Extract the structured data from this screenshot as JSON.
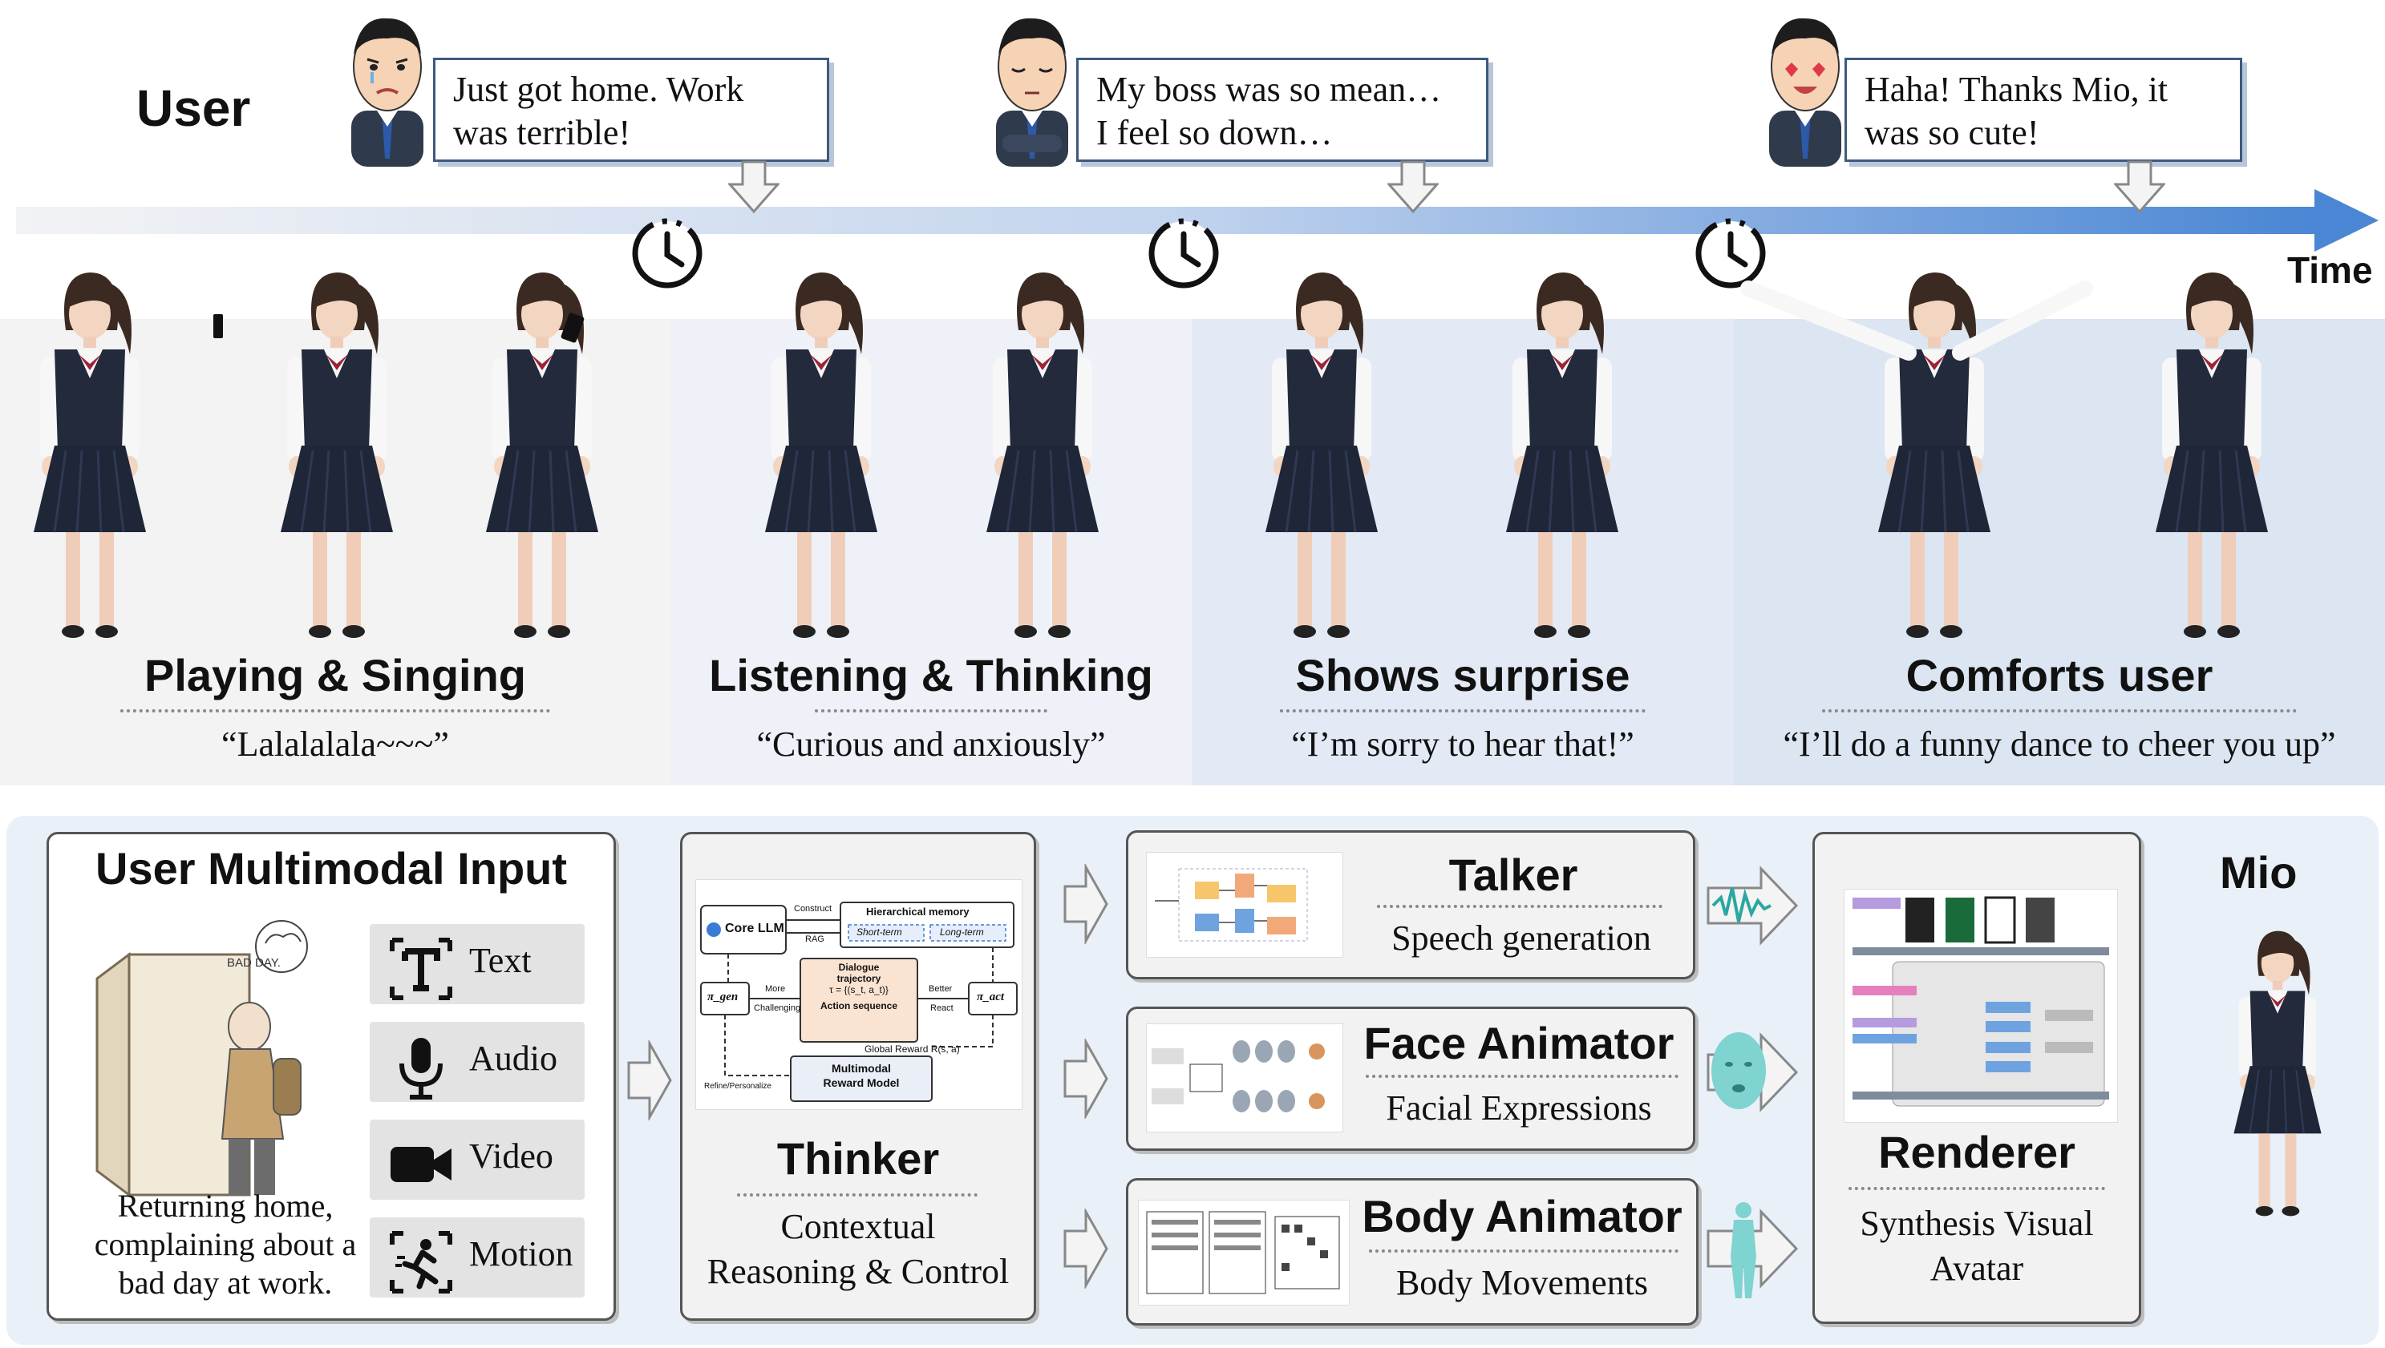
{
  "header": {
    "user_label": "User",
    "time_label": "Time"
  },
  "bubbles": [
    {
      "line1": "Just got home. Work",
      "line2": "was terrible!"
    },
    {
      "line1": "My boss was so mean…",
      "line2": "I feel so down…"
    },
    {
      "line1": "Haha! Thanks Mio, it",
      "line2": "was so cute!"
    }
  ],
  "stages": [
    {
      "title": "Playing & Singing",
      "quote": "“Lalalalala~~~”"
    },
    {
      "title": "Listening & Thinking",
      "quote": "“Curious and anxiously”"
    },
    {
      "title": "Shows surprise",
      "quote": "“I’m sorry to hear that!”"
    },
    {
      "title": "Comforts user",
      "quote": "“I’ll do a funny dance to cheer you up”"
    }
  ],
  "input": {
    "title": "User Multimodal Input",
    "sketch_text": "BAD DAY.",
    "caption_l1": "Returning home,",
    "caption_l2": "complaining about a",
    "caption_l3": "bad day at work.",
    "modalities": [
      {
        "label": "Text",
        "icon": "text-icon"
      },
      {
        "label": "Audio",
        "icon": "microphone-icon"
      },
      {
        "label": "Video",
        "icon": "video-camera-icon"
      },
      {
        "label": "Motion",
        "icon": "motion-icon"
      }
    ]
  },
  "thinker": {
    "title": "Thinker",
    "sub1": "Contextual",
    "sub2": "Reasoning & Control",
    "diagram": {
      "core_llm": "Core LLM",
      "construct": "Construct",
      "rag": "RAG",
      "memory": "Hierarchical memory",
      "short_term": "Short-term",
      "long_term": "Long-term",
      "pi_gen": "π_gen",
      "pi_act": "π_act",
      "dialogue_l1": "Dialogue",
      "dialogue_l2": "trajectory",
      "tau": "τ = {(s_t, a_t)}",
      "action_seq": "Action sequence",
      "more": "More",
      "challenging": "Challenging",
      "better": "Better",
      "react": "React",
      "global_reward": "Global Reward R(s, a)",
      "refine": "Refine/Personalize",
      "reward_l1": "Multimodal",
      "reward_l2": "Reward Model"
    }
  },
  "talker": {
    "title": "Talker",
    "sub": "Speech generation"
  },
  "face": {
    "title": "Face Animator",
    "sub": "Facial Expressions"
  },
  "body": {
    "title": "Body Animator",
    "sub": "Body Movements"
  },
  "renderer": {
    "title": "Renderer",
    "sub1": "Synthesis Visual",
    "sub2": "Avatar"
  },
  "output": {
    "label": "Mio"
  },
  "colors": {
    "timeline_start": "#f2f3f5",
    "timeline_end": "#4a86d4",
    "panel_gray": "#f3f3f3",
    "panel_blue_light": "#e9eff8",
    "panel_blue_mid": "#dfe7f3",
    "bottom_bg": "#eaf0f8",
    "bubble_border": "#3d5a80",
    "skirt_navy": "#1e2638"
  }
}
